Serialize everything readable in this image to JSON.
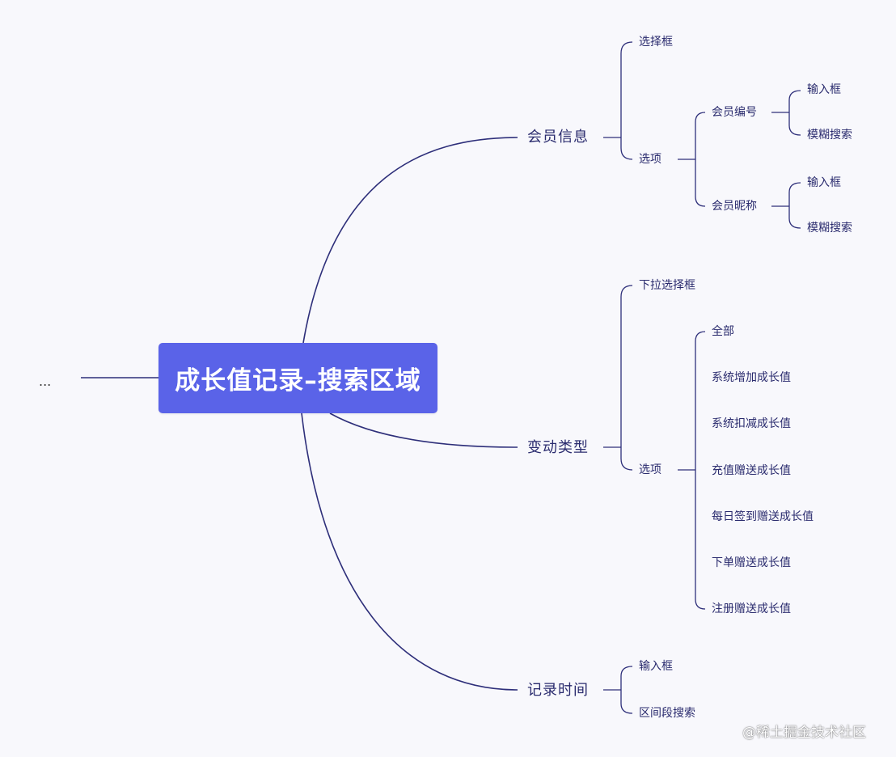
{
  "root": {
    "title": "成长值记录–搜索区域"
  },
  "collapsed_indicator": "...",
  "branches": {
    "member_info": {
      "label": "会员信息",
      "select_box": "选择框",
      "options": "选项",
      "member_no": {
        "label": "会员编号",
        "input": "输入框",
        "fuzzy": "模糊搜索"
      },
      "member_nickname": {
        "label": "会员昵称",
        "input": "输入框",
        "fuzzy": "模糊搜索"
      }
    },
    "change_type": {
      "label": "变动类型",
      "dropdown": "下拉选择框",
      "options": "选项",
      "option_items": [
        "全部",
        "系统增加成长值",
        "系统扣减成长值",
        "充值赠送成长值",
        "每日签到赠送成长值",
        "下单赠送成长值",
        "注册赠送成长值"
      ]
    },
    "record_time": {
      "label": "记录时间",
      "input": "输入框",
      "range_search": "区间段搜索"
    }
  },
  "watermark": "@稀土掘金技术社区"
}
